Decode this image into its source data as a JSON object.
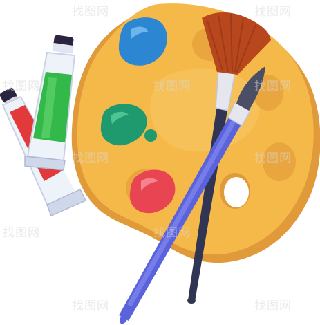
{
  "watermark": {
    "text": "找图网"
  },
  "colors": {
    "palette_body": "#f5b94a",
    "palette_shadow": "#e09a3a",
    "palette_highlight": "#f8c966",
    "paint_blue": "#2c86d1",
    "paint_green": "#1e9a6e",
    "paint_red": "#e84452",
    "fan_brush_bristles": "#b8471e",
    "fan_brush_ferrule": "#e6e6ef",
    "fan_brush_handle": "#2f3552",
    "round_brush_handle": "#5a62dc",
    "round_brush_tip": "#4a4f66",
    "tube_green": "#33b949",
    "tube_red": "#e23a3a",
    "tube_body": "#eef2f9",
    "tube_cap": "#2a2440"
  },
  "objects": {
    "palette": "artist-palette",
    "fan_brush": "fan-brush",
    "round_brush": "round-brush",
    "tubes": [
      "green-paint-tube",
      "red-paint-tube"
    ]
  }
}
